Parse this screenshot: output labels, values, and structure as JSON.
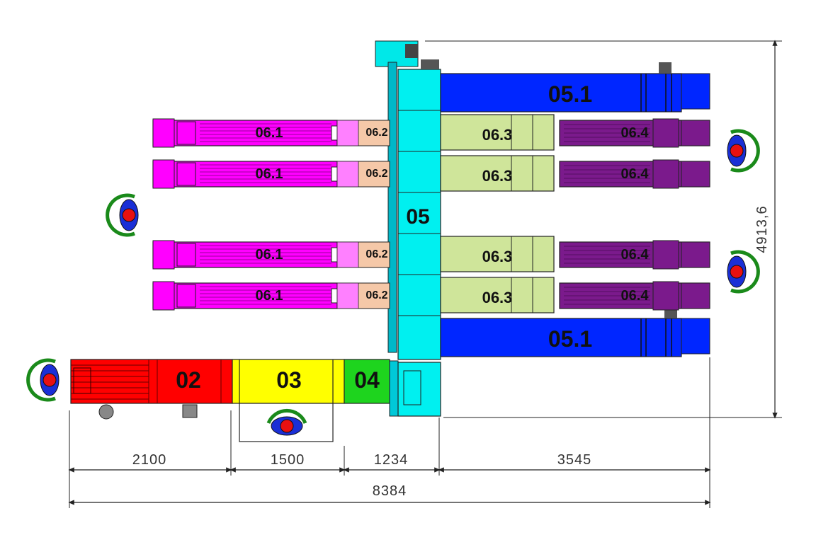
{
  "modules": {
    "m02": "02",
    "m03": "03",
    "m04": "04",
    "m05": "05",
    "m05_1": "05.1",
    "m06_1": "06.1",
    "m06_2": "06.2",
    "m06_3": "06.3",
    "m06_4": "06.4"
  },
  "dimensions": {
    "d2100": "2100",
    "d1500": "1500",
    "d1234": "1234",
    "d3545": "3545",
    "total": "8384",
    "height": "4913,6"
  },
  "colors": {
    "m02": "#ff0000",
    "m03": "#ffff00",
    "m04": "#1ed41e",
    "m05": "#00f0f0",
    "m05_1": "#0026ff",
    "m06_1": "#ff00ff",
    "m06_2": "#f5c8a8",
    "m06_3": "#cfe59a",
    "m06_4": "#7b1a8c"
  }
}
